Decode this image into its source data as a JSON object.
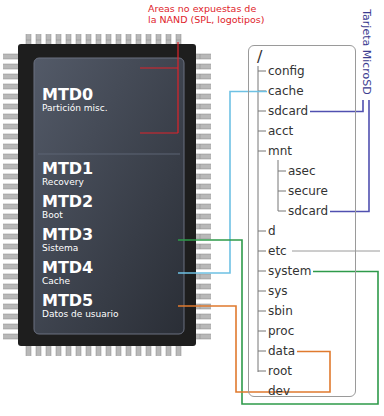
{
  "diagram": {
    "nodes": [
      {
        "text": [
          "MTD0",
          "Partición misc."
        ]
      },
      {
        "text": [
          "MTD1",
          "Recovery"
        ]
      },
      {
        "text": [
          "MTD2",
          "Boot"
        ]
      },
      {
        "text": [
          "MTD3",
          "Sistema"
        ]
      },
      {
        "text": [
          "MTD4",
          "Cache"
        ]
      },
      {
        "text": [
          "MTD5",
          "Datos de usuario"
        ]
      },
      {
        "text": [
          "/"
        ]
      },
      {
        "text": [
          "config"
        ],
        "in": 6
      },
      {
        "text": [
          "cache"
        ],
        "in": 6
      },
      {
        "text": [
          "sdcard"
        ],
        "in": 6
      },
      {
        "text": [
          "acct"
        ],
        "in": 6
      },
      {
        "text": [
          "mnt"
        ],
        "in": 6
      },
      {
        "text": [
          "asec"
        ],
        "in": 6
      },
      {
        "text": [
          "secure"
        ],
        "in": 6
      },
      {
        "text": [
          "sdcard"
        ],
        "in": 6
      },
      {
        "text": [
          "d"
        ],
        "in": 6
      },
      {
        "text": [
          "etc"
        ],
        "in": 6
      },
      {
        "text": [
          "system"
        ],
        "in": 6
      },
      {
        "text": [
          "sys"
        ],
        "in": 6
      },
      {
        "text": [
          "sbin"
        ],
        "in": 6
      },
      {
        "text": [
          "proc"
        ],
        "in": 6
      },
      {
        "text": [
          "data"
        ],
        "in": 6
      },
      {
        "text": [
          "root"
        ],
        "in": 6
      },
      {
        "text": [
          "dev"
        ],
        "in": 6
      },
      {
        "text": [
          "Tarjeta MicroSD"
        ]
      }
    ],
    "edges": [
      {
        "from": 4,
        "to": 8,
        "arrow": "none"
      },
      {
        "from": 3,
        "to": 17,
        "arrow": "none"
      },
      {
        "from": 5,
        "to": 21,
        "arrow": "none"
      },
      {
        "from": 9,
        "to": 24,
        "arrow": "none"
      },
      {
        "from": 14,
        "to": 24,
        "arrow": "none"
      }
    ],
    "labels": [
      "Areas no expuestas de la NAND (SPL, logotipos)"
    ]
  }
}
